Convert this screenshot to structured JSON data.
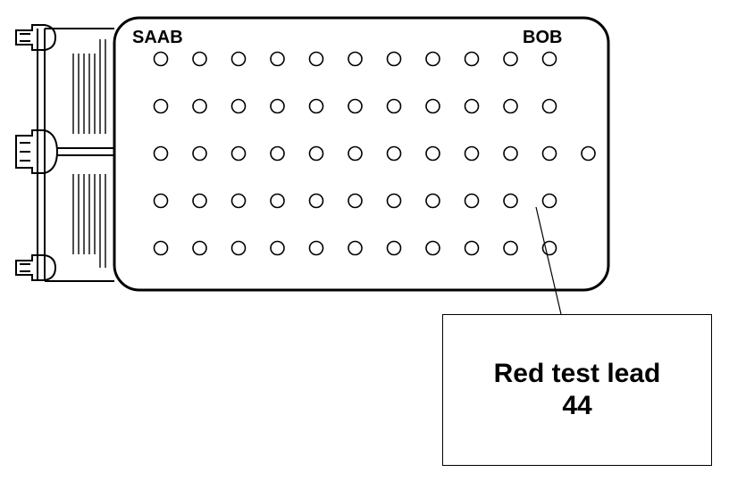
{
  "box": {
    "brand_label": "SAAB",
    "model_label": "BOB"
  },
  "callout": {
    "line1": "Red test lead",
    "line2": "44"
  },
  "pins": {
    "rows": [
      11,
      11,
      12,
      11,
      11
    ],
    "highlighted_pin_row": 4,
    "highlighted_pin_col": 11
  }
}
